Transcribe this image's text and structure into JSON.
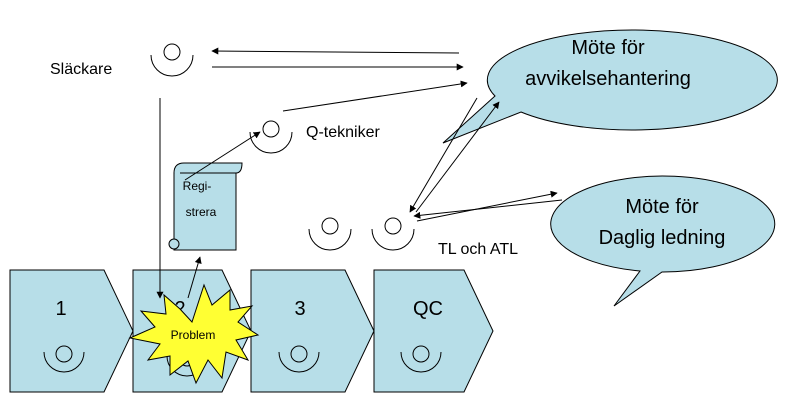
{
  "labels": {
    "slackare": "Släckare",
    "q_tekniker": "Q-tekniker",
    "tl_och_atl": "TL och ATL",
    "regi_line1": "Regi-",
    "regi_line2": "strera",
    "problem": "Problem"
  },
  "bubbles": {
    "avvikelse_line1": "Möte för",
    "avvikelse_line2": "avvikelsehantering",
    "daglig_line1": "Möte för",
    "daglig_line2": "Daglig ledning"
  },
  "stations": [
    "1",
    "2",
    "3",
    "QC"
  ],
  "colors": {
    "fill": "#b7dee8",
    "stroke": "#000000",
    "burst": "#ffff33"
  }
}
